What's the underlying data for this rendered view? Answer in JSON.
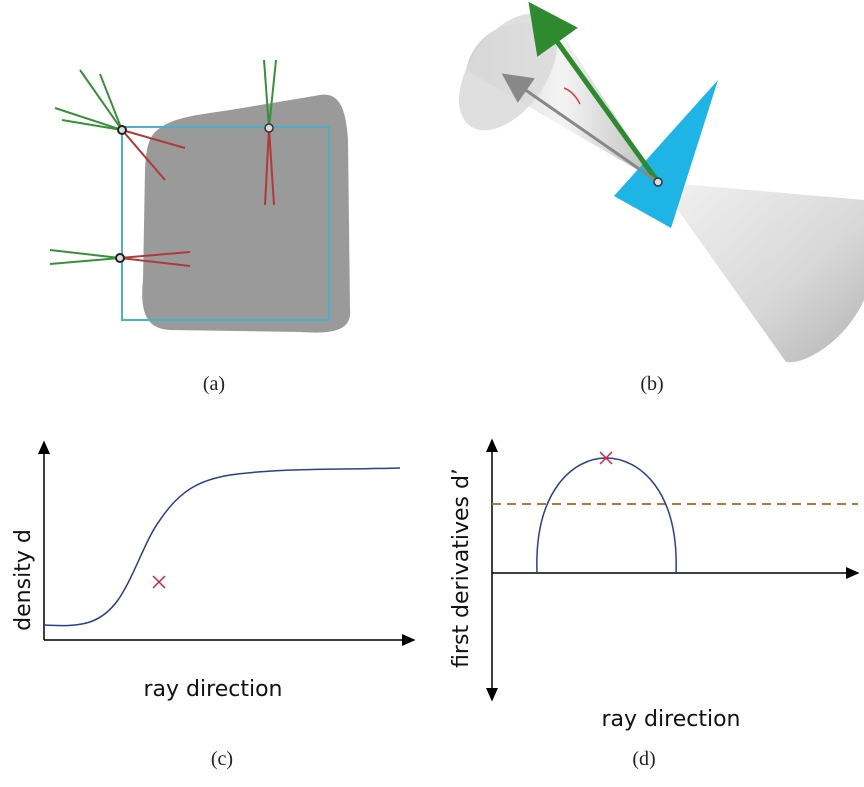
{
  "panels": {
    "a": {
      "caption": "(a)"
    },
    "b": {
      "caption": "(b)"
    },
    "c": {
      "caption": "(c)",
      "xlabel": "ray direction",
      "ylabel": "density d"
    },
    "d": {
      "caption": "(d)",
      "xlabel": "ray direction",
      "ylabel": "first derivatives d’"
    }
  },
  "colors": {
    "shape_gray": "#999999",
    "outline_blue": "#4bb0c8",
    "ray_green": "#3a8f3a",
    "ray_red": "#b03a3a",
    "triangle_blue": "#1eb4e6",
    "arrow_green": "#2f8a2f",
    "curve_blue": "#2c3e8c",
    "marker_red": "#d4233a",
    "threshold_brown": "#b07a3a"
  },
  "chart_data": [
    {
      "type": "line",
      "panel": "c",
      "description_series": "sigmoid density",
      "marker": "inflection point"
    },
    {
      "type": "line",
      "panel": "d",
      "description_series": "derivative bump",
      "marker": "maximum",
      "threshold": "dashed"
    }
  ]
}
